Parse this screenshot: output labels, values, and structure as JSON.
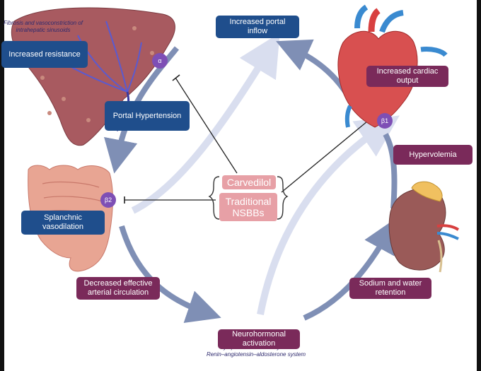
{
  "notes": {
    "fibrosis": "Fibrosis and vasoconstriction of intrahepatic sinusoids",
    "systems": "Sympathetic nervous system\nRenin–angiotensin–aldosterone system"
  },
  "boxes": {
    "increased_resistance": "Increased resistance",
    "portal_hypertension": "Portal Hypertension",
    "increased_portal_inflow": "Increased portal inflow",
    "increased_cardiac_output": "Increased cardiac output",
    "hypervolemia": "Hypervolemia",
    "splanchnic_vasodilation": "Splanchnic vasodilation",
    "decreased_effective_arterial_circulation": "Decreased effective arterial circulation",
    "neurohormonal_activation": "Neurohormonal activation",
    "sodium_water_retention": "Sodium and water retention"
  },
  "drugs": {
    "carvedilol": "Carvedilol",
    "traditional_nsbbs": "Traditional NSBBs"
  },
  "receptors": {
    "alpha": "α",
    "beta1": "β1",
    "beta2": "β2"
  },
  "colors": {
    "cycle_arrow": "#7f8fb5",
    "faded_arrow": "#d9deef",
    "blue_box": "#1f4e8c",
    "maroon_box": "#7a2a5a",
    "drug_box": "#e7a0a6",
    "receptor": "#7e4fb5"
  }
}
